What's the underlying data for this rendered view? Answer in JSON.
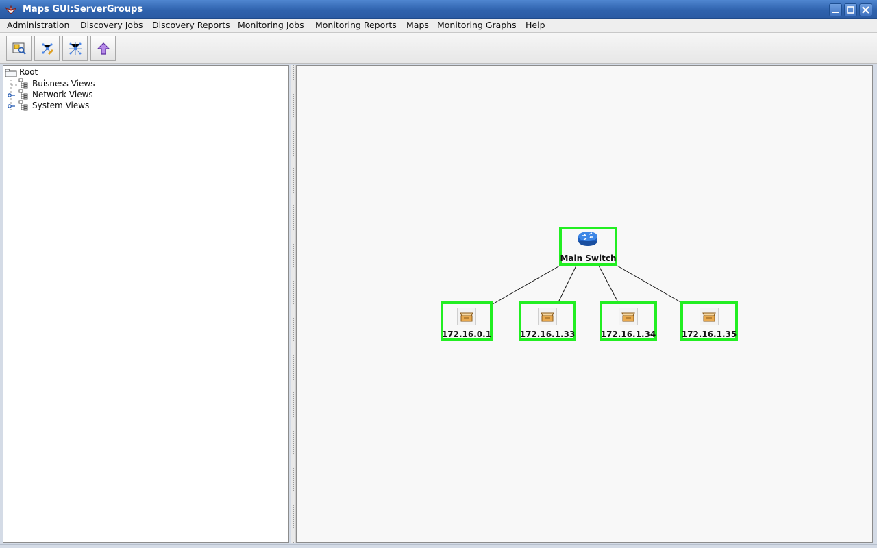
{
  "window": {
    "title": "Maps GUI:ServerGroups"
  },
  "menu": [
    "Administration",
    "Discovery Jobs",
    "Discovery Reports",
    "Monitoring Jobs",
    "Monitoring Reports",
    "Maps",
    "Monitoring Graphs",
    "Help"
  ],
  "toolbar": {
    "icons": [
      "map-view-icon",
      "edit-map-icon",
      "topology-icon",
      "up-level-icon"
    ]
  },
  "tree": {
    "root": "Root",
    "items": [
      "Buisness Views",
      "Network Views",
      "System Views"
    ]
  },
  "map": {
    "root_node": {
      "label": "Main Switch",
      "icon": "router-icon"
    },
    "children": [
      "172.16.0.1",
      "172.16.1.33",
      "172.16.1.34",
      "172.16.1.35"
    ],
    "highlight_color": "#22ee22"
  }
}
